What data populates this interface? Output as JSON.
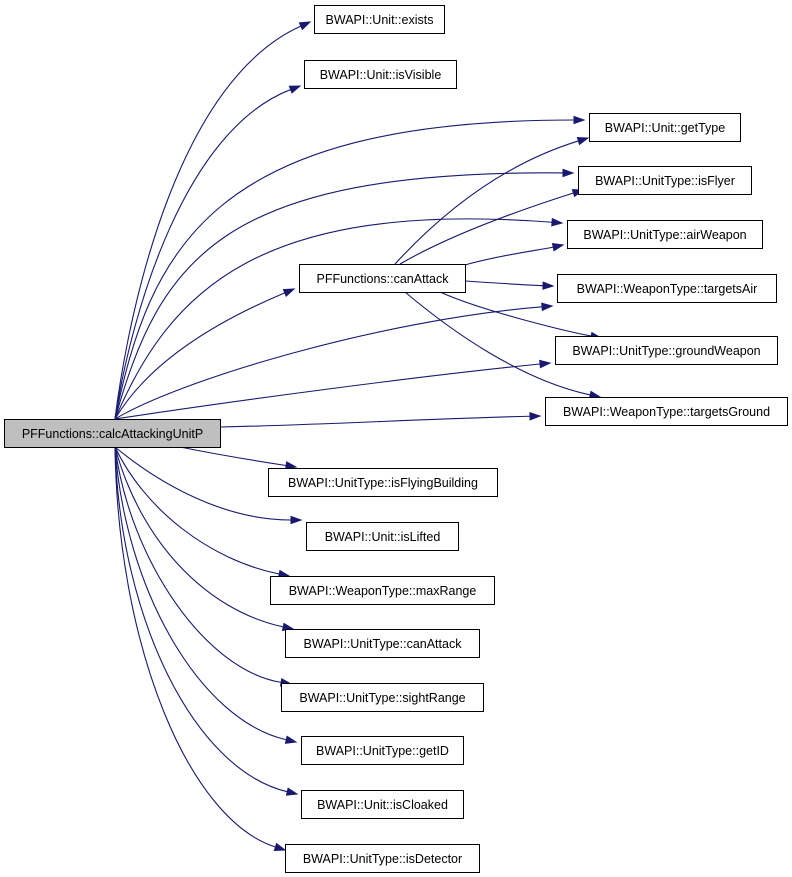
{
  "graph": {
    "colors": {
      "edge": "#191970",
      "root_fill": "#bfbfbf",
      "node_fill": "#ffffff",
      "border": "#000000"
    },
    "nodes": [
      {
        "id": "calc",
        "label": "PFFunctions::calcAttackingUnitP",
        "root": true
      },
      {
        "id": "exists",
        "label": "BWAPI::Unit::exists"
      },
      {
        "id": "isVisible",
        "label": "BWAPI::Unit::isVisible"
      },
      {
        "id": "getType",
        "label": "BWAPI::Unit::getType"
      },
      {
        "id": "isFlyer",
        "label": "BWAPI::UnitType::isFlyer"
      },
      {
        "id": "airWeapon",
        "label": "BWAPI::UnitType::airWeapon"
      },
      {
        "id": "canAttackPF",
        "label": "PFFunctions::canAttack"
      },
      {
        "id": "targetsAir",
        "label": "BWAPI::WeaponType::targetsAir"
      },
      {
        "id": "groundWeapon",
        "label": "BWAPI::UnitType::groundWeapon"
      },
      {
        "id": "targetsGround",
        "label": "BWAPI::WeaponType::targetsGround"
      },
      {
        "id": "isFlyingBuilding",
        "label": "BWAPI::UnitType::isFlyingBuilding"
      },
      {
        "id": "isLifted",
        "label": "BWAPI::Unit::isLifted"
      },
      {
        "id": "maxRange",
        "label": "BWAPI::WeaponType::maxRange"
      },
      {
        "id": "canAttackUT",
        "label": "BWAPI::UnitType::canAttack"
      },
      {
        "id": "sightRange",
        "label": "BWAPI::UnitType::sightRange"
      },
      {
        "id": "getID",
        "label": "BWAPI::UnitType::getID"
      },
      {
        "id": "isCloaked",
        "label": "BWAPI::Unit::isCloaked"
      },
      {
        "id": "isDetector",
        "label": "BWAPI::UnitType::isDetector"
      }
    ],
    "edges": [
      {
        "from": "calc",
        "to": "exists"
      },
      {
        "from": "calc",
        "to": "isVisible"
      },
      {
        "from": "calc",
        "to": "getType"
      },
      {
        "from": "calc",
        "to": "isFlyer"
      },
      {
        "from": "calc",
        "to": "airWeapon"
      },
      {
        "from": "calc",
        "to": "canAttackPF"
      },
      {
        "from": "calc",
        "to": "targetsAir"
      },
      {
        "from": "calc",
        "to": "groundWeapon"
      },
      {
        "from": "calc",
        "to": "targetsGround"
      },
      {
        "from": "calc",
        "to": "isFlyingBuilding"
      },
      {
        "from": "calc",
        "to": "isLifted"
      },
      {
        "from": "calc",
        "to": "maxRange"
      },
      {
        "from": "calc",
        "to": "canAttackUT"
      },
      {
        "from": "calc",
        "to": "sightRange"
      },
      {
        "from": "calc",
        "to": "getID"
      },
      {
        "from": "calc",
        "to": "isCloaked"
      },
      {
        "from": "calc",
        "to": "isDetector"
      },
      {
        "from": "canAttackPF",
        "to": "getType"
      },
      {
        "from": "canAttackPF",
        "to": "isFlyer"
      },
      {
        "from": "canAttackPF",
        "to": "airWeapon"
      },
      {
        "from": "canAttackPF",
        "to": "targetsAir"
      },
      {
        "from": "canAttackPF",
        "to": "groundWeapon"
      },
      {
        "from": "canAttackPF",
        "to": "targetsGround"
      }
    ]
  }
}
